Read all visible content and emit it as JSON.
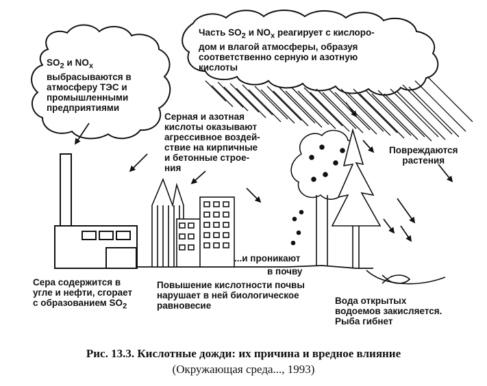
{
  "labels": {
    "cloud_left": [
      {
        "pre": "SO",
        "sub": "2",
        "mid": " и NO",
        "sub2": "x",
        "post": ""
      },
      {
        "pre": "выбрасываются в",
        "sub": "",
        "mid": "",
        "sub2": "",
        "post": ""
      },
      {
        "pre": "атмосферу ТЭС и",
        "sub": "",
        "mid": "",
        "sub2": "",
        "post": ""
      },
      {
        "pre": "промышленными",
        "sub": "",
        "mid": "",
        "sub2": "",
        "post": ""
      },
      {
        "pre": "предприятиями",
        "sub": "",
        "mid": "",
        "sub2": "",
        "post": ""
      }
    ],
    "cloud_right": [
      {
        "pre": "Часть SO",
        "sub": "2",
        "mid": " и NO",
        "sub2": "x",
        "post": " реагирует с кислоро-"
      },
      {
        "pre": "дом и влагой атмосферы, образуя",
        "sub": "",
        "mid": "",
        "sub2": "",
        "post": ""
      },
      {
        "pre": "соответственно серную и азотную",
        "sub": "",
        "mid": "",
        "sub2": "",
        "post": ""
      },
      {
        "pre": "кислоты",
        "sub": "",
        "mid": "",
        "sub2": "",
        "post": ""
      }
    ],
    "acid_effect": [
      "Серная и азотная",
      "кислоты оказывают",
      "агрессивное воздей-",
      "ствие на кирпичные",
      "и бетонные строе-",
      "ния"
    ],
    "plants": [
      "Повреждаются",
      "растения"
    ],
    "penetrate": [
      "...и проникают",
      "в почву"
    ],
    "sulfur": [
      {
        "pre": "Сера содержится в",
        "sub": "",
        "post": ""
      },
      {
        "pre": "угле и нефти, сгорает",
        "sub": "",
        "post": ""
      },
      {
        "pre": "с образованием SO",
        "sub": "2",
        "post": ""
      }
    ],
    "soil": [
      "Повышение кислотности почвы",
      "нарушает в ней биологическое",
      "равновесие"
    ],
    "water": [
      "Вода открытых",
      "водоемов закисляется.",
      "Рыба гибнет"
    ]
  },
  "caption": {
    "line1": "Рис. 13.3. Кислотные дожди: их причина и вредное влияние",
    "line2": "(Окружающая среда..., 1993)"
  }
}
